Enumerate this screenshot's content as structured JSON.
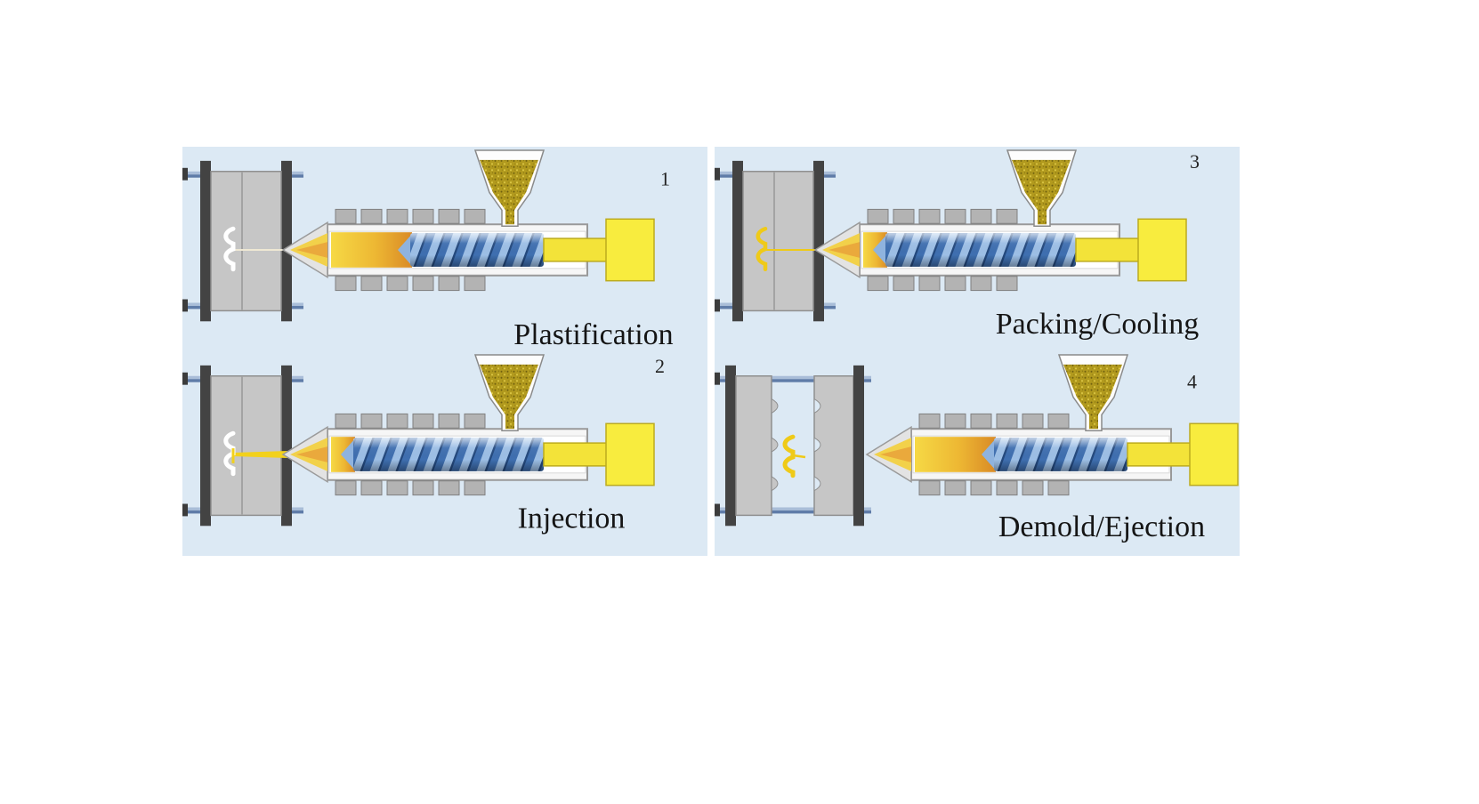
{
  "diagram": {
    "subject": "injection-molding-cycle",
    "panel_count": 4
  },
  "panels": [
    {
      "number": "1",
      "label": "Plastification"
    },
    {
      "number": "2",
      "label": "Injection"
    },
    {
      "number": "3",
      "label": "Packing/Cooling"
    },
    {
      "number": "4",
      "label": "Demold/Ejection"
    }
  ],
  "colors": {
    "background_blue": "#dce9f4",
    "machine_yellow": "#f8ec3e",
    "melt_orange": "#e09a2c",
    "screw_blue": "#4a7fc1",
    "mold_gray": "#c6c6c6",
    "dark_platen": "#434343",
    "granule_olive": "#b29a1e",
    "label_black": "#151515"
  }
}
